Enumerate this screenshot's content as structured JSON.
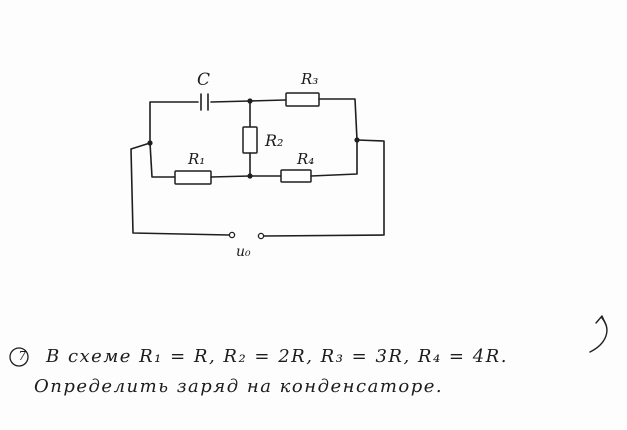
{
  "diagram": {
    "labels": {
      "capacitor": "C",
      "r1": "R₁",
      "r2": "R₂",
      "r3": "R₃",
      "r4": "R₄",
      "source": "u₀"
    }
  },
  "problem": {
    "number": "7",
    "line1": "В схеме R₁ = R, R₂ = 2R, R₃ = 3R, R₄ = 4R.",
    "line2": "Определить заряд на конденсаторе."
  }
}
